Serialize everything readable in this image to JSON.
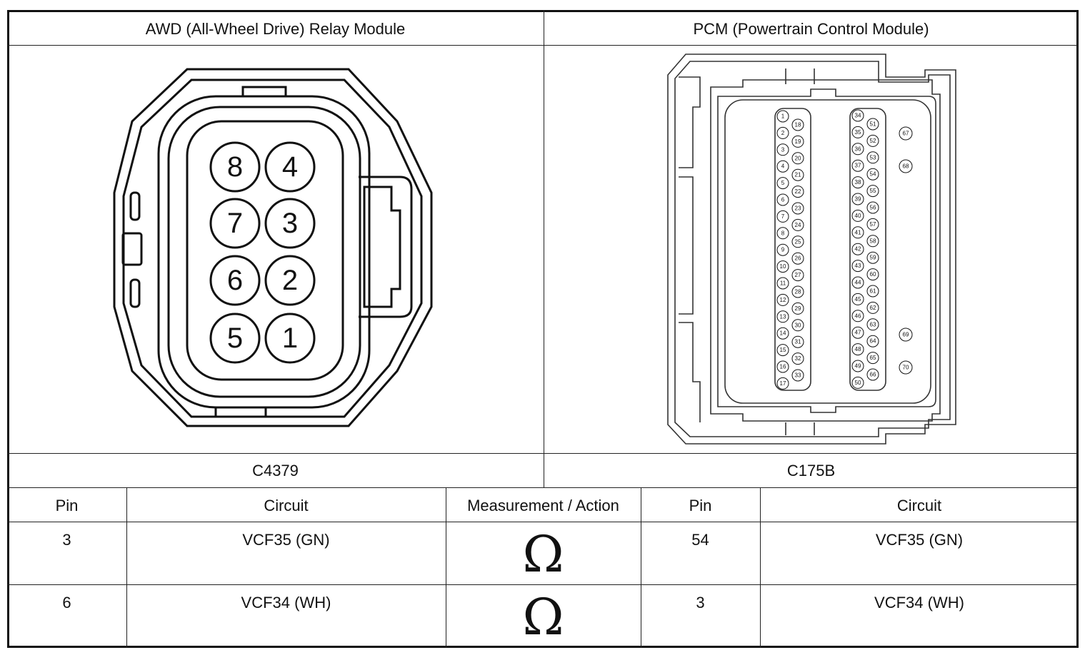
{
  "headers": {
    "left_module": "AWD (All-Wheel Drive) Relay Module",
    "right_module": "PCM (Powertrain Control Module)"
  },
  "connectors": {
    "left": "C4379",
    "right": "C175B"
  },
  "awd_pins": [
    "8",
    "4",
    "7",
    "3",
    "6",
    "2",
    "5",
    "1"
  ],
  "pcm_pins": {
    "col1": [
      "1",
      "2",
      "3",
      "4",
      "5",
      "6",
      "7",
      "8",
      "9",
      "10",
      "11",
      "12",
      "13",
      "14",
      "15",
      "16",
      "17"
    ],
    "col2": [
      "18",
      "19",
      "20",
      "21",
      "22",
      "23",
      "24",
      "25",
      "26",
      "27",
      "28",
      "29",
      "30",
      "31",
      "32",
      "33"
    ],
    "col3": [
      "34",
      "35",
      "36",
      "37",
      "38",
      "39",
      "40",
      "41",
      "42",
      "43",
      "44",
      "45",
      "46",
      "47",
      "48",
      "49",
      "50"
    ],
    "col4": [
      "51",
      "52",
      "53",
      "54",
      "55",
      "56",
      "57",
      "58",
      "59",
      "60",
      "61",
      "62",
      "63",
      "64",
      "65",
      "66"
    ],
    "extra": [
      "67",
      "68",
      "69",
      "70"
    ]
  },
  "table": {
    "headers": {
      "pin_left": "Pin",
      "circuit_left": "Circuit",
      "measurement": "Measurement / Action",
      "pin_right": "Pin",
      "circuit_right": "Circuit"
    },
    "rows": [
      {
        "pin_left": "3",
        "circuit_left": "VCF35 (GN)",
        "measurement": "Ω",
        "pin_right": "54",
        "circuit_right": "VCF35 (GN)"
      },
      {
        "pin_left": "6",
        "circuit_left": "VCF34 (WH)",
        "measurement": "Ω",
        "pin_right": "3",
        "circuit_right": "VCF34 (WH)"
      }
    ]
  }
}
